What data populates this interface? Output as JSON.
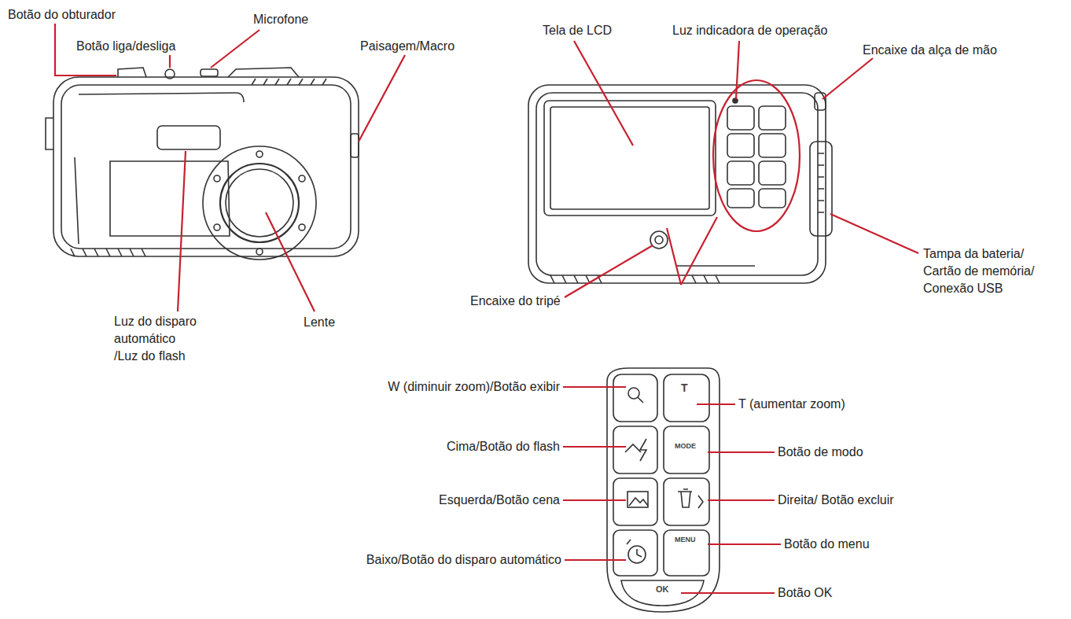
{
  "diagram": {
    "labels": [
      "Botão do obturador",
      "Botão liga/desliga",
      "Microfone",
      "Paisagem/Macro",
      "Tela de LCD",
      "Luz indicadora de operação",
      "Encaixe da alça de mão",
      "Encaixe do tripé",
      "Tampa da bateria/ Cartão de memória/ Conexão USB",
      "Luz do disparo automático /Luz do flash",
      "Lente",
      "W (diminuir zoom)/Botão exibir",
      "T (aumentar zoom)",
      "Cima/Botão do flash",
      "Botão de modo",
      "Esquerda/Botão cena",
      "Direita/ Botão excluir",
      "Baixo/Botão do disparo automático",
      "Botão do menu",
      "Botão OK",
      "T",
      "MODE",
      "MENU",
      "OK"
    ]
  }
}
